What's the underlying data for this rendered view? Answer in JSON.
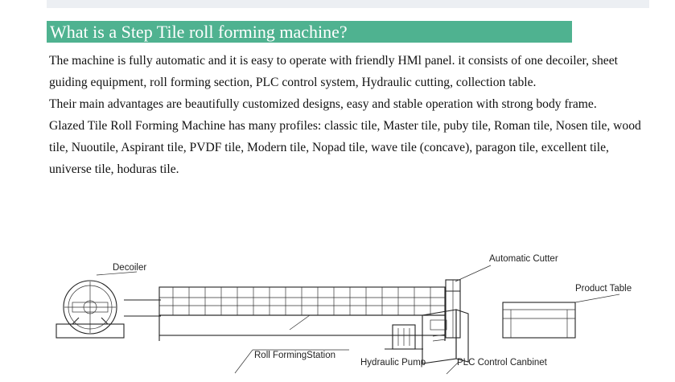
{
  "heading": "What is a Step Tile roll forming machine?",
  "paragraphs": [
    "The machine is fully automatic and it is easy to operate with friendly HMl panel. it consists of one decoiler, sheet guiding equipment, roll forming section, PLC control system, Hydraulic cutting, collection table.",
    "Their main advantages are beautifully customized designs, easy and stable operation with strong body frame.",
    "Glazed Tile Roll Forming Machine has many profiles: classic tile, Master tile, puby tile, Roman tile, Nosen tile, wood tile, Nuoutile, Aspirant tile, PVDF tile, Modern tile, Nopad tile, wave tile (concave), paragon tile, excellent tile, universe tile, hoduras tile."
  ],
  "diagram": {
    "labels": {
      "decoiler": "Decoiler",
      "automatic_cutter": "Automatic Cutter",
      "product_table": "Product Table",
      "roll_forming_station": "Roll FormingStation",
      "hydraulic_pump": "Hydraulic Pump",
      "plc_control": "PLC Control Canbinet"
    }
  }
}
